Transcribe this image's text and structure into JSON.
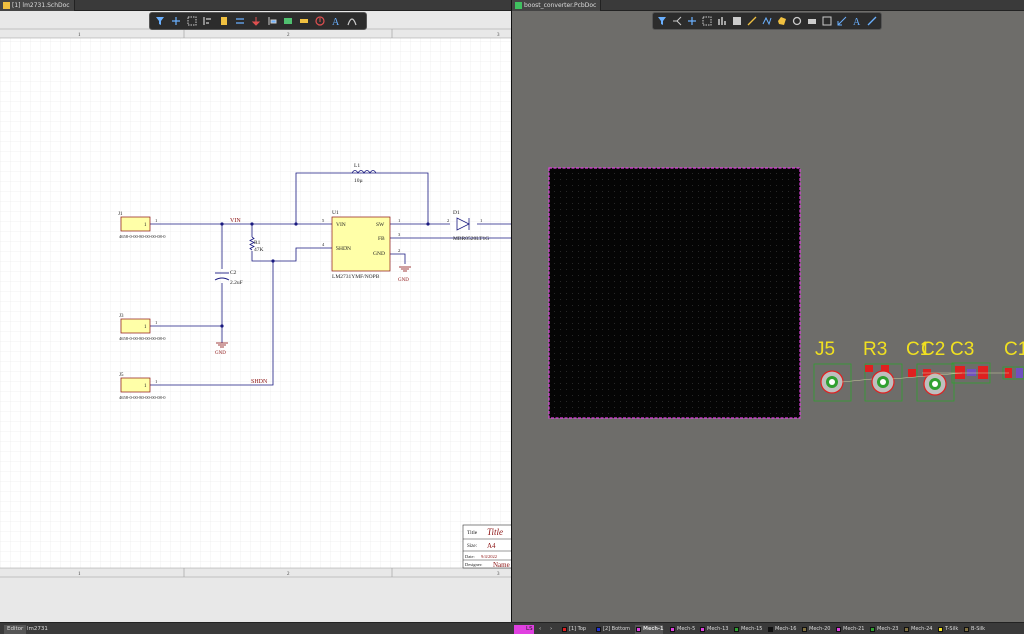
{
  "left_tab": {
    "title": "[1] lm2731.SchDoc",
    "icon": "schematic-doc-icon"
  },
  "right_tab": {
    "title": "boost_converter.PcbDoc",
    "icon": "pcb-doc-icon"
  },
  "schematic": {
    "zone_cols": [
      "1",
      "2",
      "3"
    ],
    "parts": {
      "j1_ref": "J1",
      "j1_pin": "1",
      "j1_pn": "4658-0-00-80-00-00-08-0",
      "j1_wire_pin": "1",
      "j3_ref": "J3",
      "j3_pin": "1",
      "j3_pn": "4658-0-00-80-00-00-08-0",
      "j3_wire_pin": "1",
      "j5_ref": "J5",
      "j5_pin": "1",
      "j5_pn": "4658-0-00-80-00-00-08-0",
      "j5_wire_pin": "1",
      "l1_ref": "L1",
      "l1_val": "10µ",
      "u1_ref": "U1",
      "u1_part": "LM2731YMF/NOPB",
      "u1_vin": "VIN",
      "u1_sw": "SW",
      "u1_fb": "FB",
      "u1_gnd": "GND",
      "u1_shdn": "SHDN",
      "u1_p5": "5",
      "u1_p1": "1",
      "u1_p3": "3",
      "u1_p2": "2",
      "u1_p4": "4",
      "d1_ref": "D1",
      "d1_part": "MBR0520LT1G",
      "d1_p2": "2",
      "d1_p1": "1",
      "r1_ref": "R1",
      "r1_val": "47K",
      "c2_ref": "C2",
      "c2_val": "2.2uF",
      "net_vin": "VIN",
      "net_shdn": "SHDN",
      "gnd1": "GND",
      "gnd2": "GND"
    },
    "title_block": {
      "title_label": "Title",
      "title_value": "Title",
      "size_label": "Size:",
      "size_value": "A4",
      "date_label": "Date:",
      "date_value": "9/4/2022",
      "designer_label": "Designer:",
      "designer_value": "Name"
    }
  },
  "pcb": {
    "designators": [
      "J5",
      "R3",
      "C1",
      "C2",
      "C3",
      "C1"
    ]
  },
  "status": {
    "editor_label": "Editor",
    "doc_name": "lm2731",
    "ls_label": "LS",
    "layers": [
      {
        "name": "[1] Top",
        "color": "#e02020"
      },
      {
        "name": "[2] Bottom",
        "color": "#2030d0"
      },
      {
        "name": "Mech-1",
        "color": "#e040e0"
      },
      {
        "name": "Mech-5",
        "color": "#e040e0"
      },
      {
        "name": "Mech-13",
        "color": "#e040e0"
      },
      {
        "name": "Mech-15",
        "color": "#30a030"
      },
      {
        "name": "Mech-16",
        "color": "#111111"
      },
      {
        "name": "Mech-20",
        "color": "#807040"
      },
      {
        "name": "Mech-21",
        "color": "#e040e0"
      },
      {
        "name": "Mech-23",
        "color": "#30a030"
      },
      {
        "name": "Mech-24",
        "color": "#807040"
      },
      {
        "name": "T-Silk",
        "color": "#f0e020"
      },
      {
        "name": "B-Silk",
        "color": "#807040"
      }
    ]
  },
  "colors": {
    "wire": "#1a1a80",
    "part_fill": "#ffffa8",
    "part_stroke": "#8b1010",
    "silk": "#f0e020",
    "board_outline": "#e040e0",
    "pad": "#e02020"
  }
}
